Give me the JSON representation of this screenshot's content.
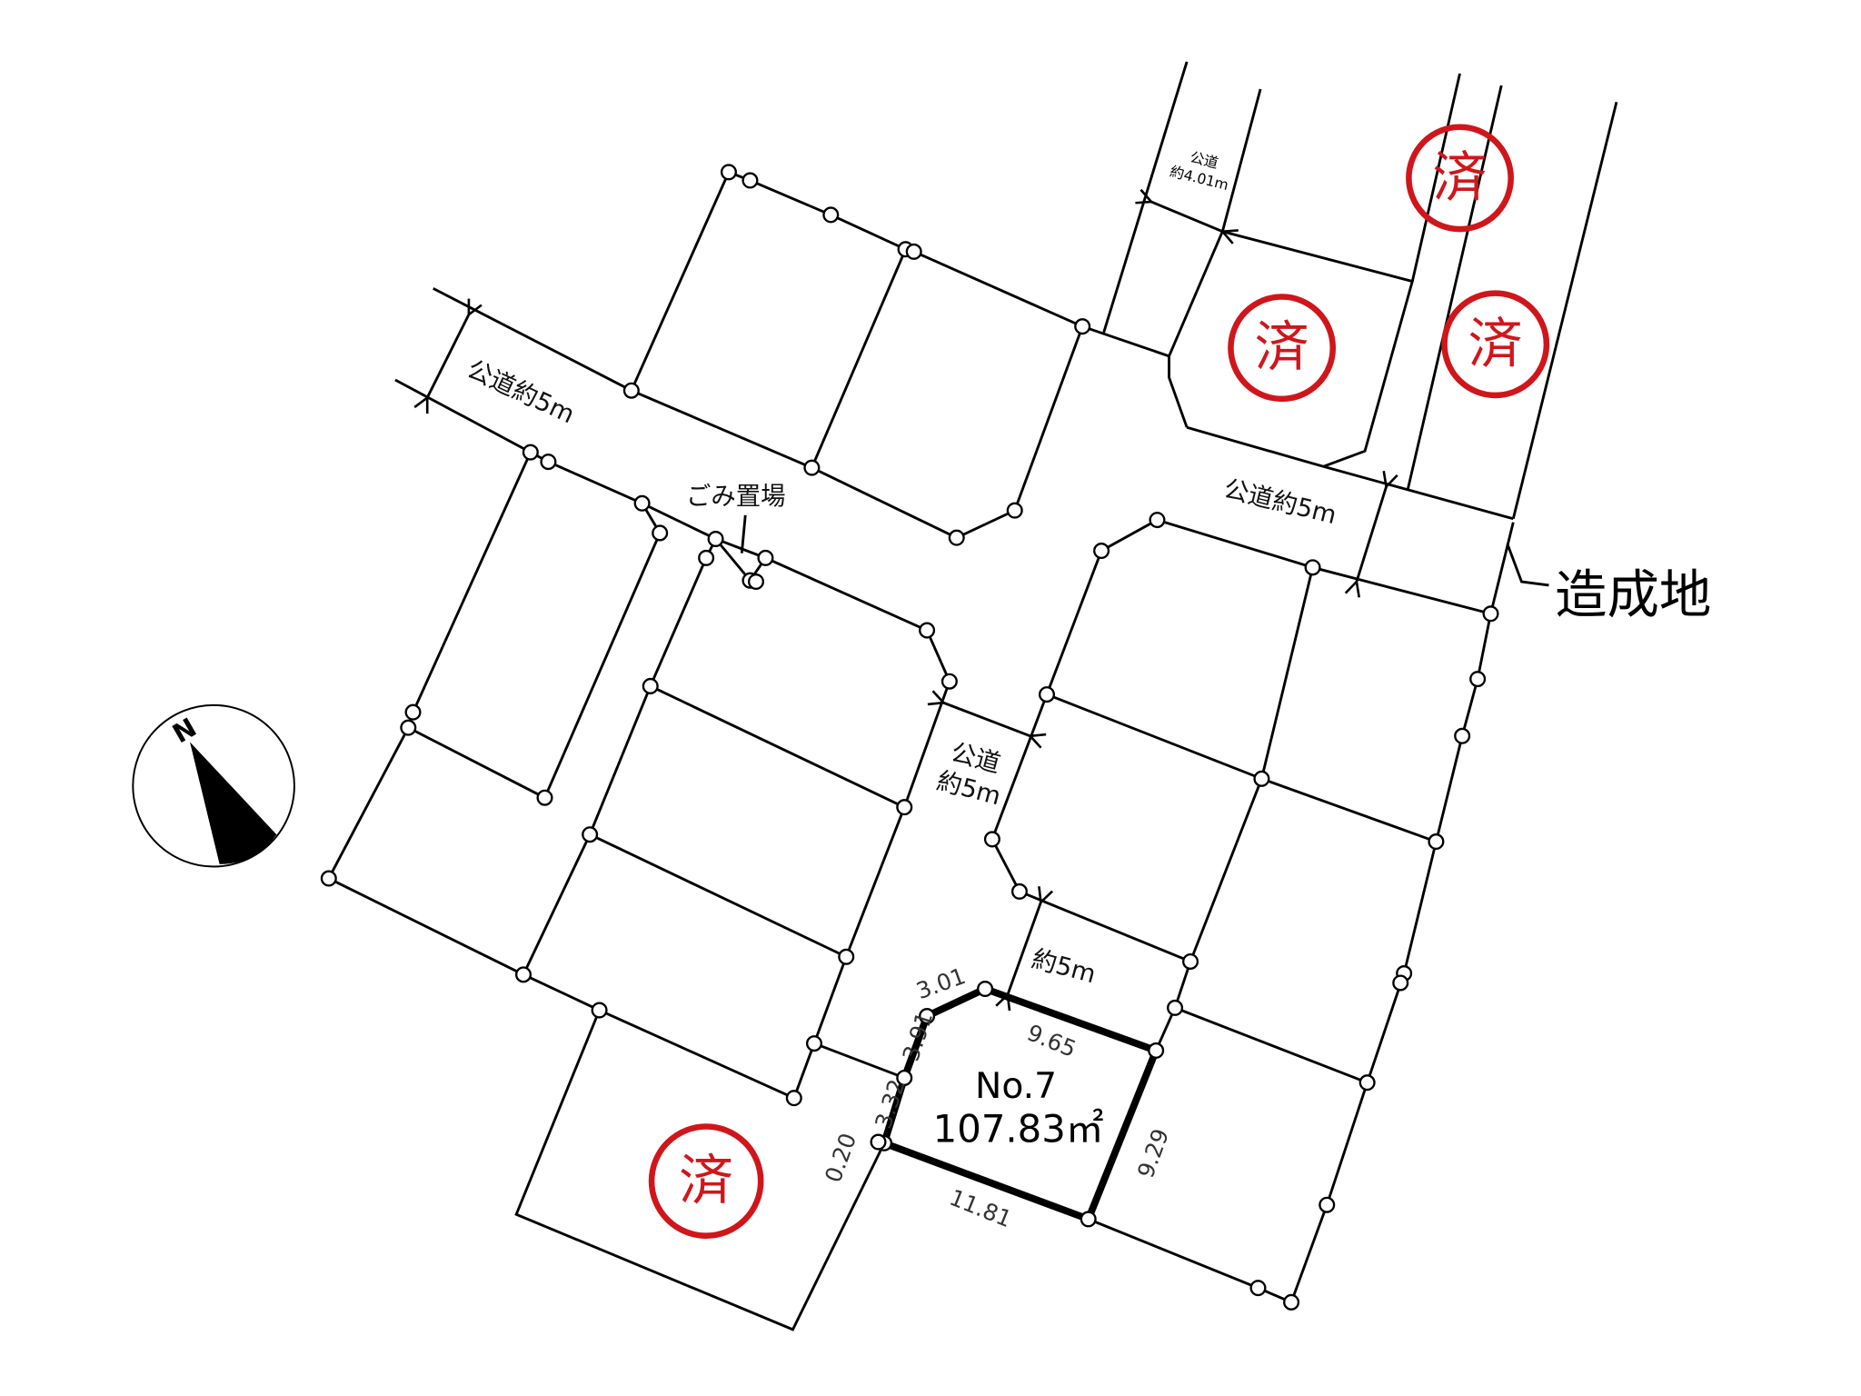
{
  "map": {
    "lot": {
      "number": "No.7",
      "area": "107.83㎡"
    },
    "edges": {
      "top_left": "3.01",
      "left_upper": "3.91",
      "left_lower": "3.32",
      "corner": "0.20",
      "top": "9.65",
      "right": "9.29",
      "bottom": "11.81"
    },
    "roads": {
      "north_west": "公道約5m",
      "north_east": "公道約5m",
      "top_small_1": "公道",
      "top_small_2": "約4.01m",
      "center_1": "公道",
      "center_2": "約5m",
      "south": "約5m"
    },
    "garbage": "ごみ置場",
    "development": "造成地",
    "sold_mark": "済",
    "compass": "N",
    "colors": {
      "sold": "#d0161b"
    }
  }
}
